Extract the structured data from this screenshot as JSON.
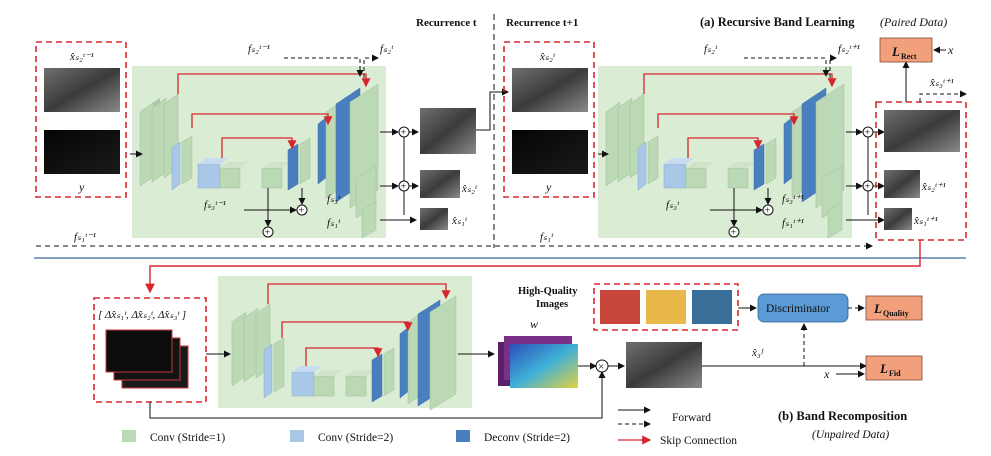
{
  "section_a": {
    "title": "(a) Recursive Band Learning",
    "subtitle": "(Paired Data)",
    "recurrence_t": "Recurrence t",
    "recurrence_t1": "Recurrence t+1"
  },
  "inputs_t": {
    "x_top": "x̂ₛ₂ᵗ⁻¹",
    "y": "y"
  },
  "inputs_t1": {
    "x_top": "x̂ₛ₂ᵗ",
    "y": "y"
  },
  "features_t": {
    "f_s2_prev": "fₛ₂ᵗ⁻¹",
    "f_s2_cur": "fₛ₂ᵗ",
    "f_s3_prev": "fₛ₃ᵗ⁻¹",
    "f_s3_cur": "fₛ₃ᵗ",
    "f_s1_cur": "fₛ₁ᵗ",
    "f_s1_prev_bottom": "fₛ₁ᵗ⁻¹"
  },
  "features_t1": {
    "f_s2_prev": "fₛ₂ᵗ",
    "f_s2_cur": "fₛ₂ᵗ⁺¹",
    "f_s3_prev": "fₛ₃ᵗ",
    "f_s3_cur": "fₛ₃ᵗ⁺¹",
    "f_s1_cur": "fₛ₁ᵗ⁺¹",
    "f_s1_prev_bottom": "fₛ₁ᵗ"
  },
  "outputs_t": {
    "s2": "x̂ₛ₂ᵗ",
    "s1": "x̂ₛ₁ᵗ"
  },
  "outputs_t1": {
    "s3": "x̂ₛ₃ᵗ⁺¹",
    "s2": "x̂ₛ₂ᵗ⁺¹",
    "s1": "x̂ₛ₁ᵗ⁺¹"
  },
  "losses": {
    "rect": "L",
    "rect_sub": "Rect",
    "rect_x": "x",
    "quality": "L",
    "quality_sub": "Quality",
    "fid": "L",
    "fid_sub": "Fid",
    "fid_x": "x"
  },
  "section_b": {
    "delta_label": "[ Δx̂ₛ₁ᵗ, Δx̂ₛ₂ᵗ, Δx̂ₛ₃ᵗ ]",
    "hq_title_line1": "High-Quality",
    "hq_title_line2": "Images",
    "w_label": "w",
    "discriminator": "Discriminator",
    "xF_label": "x̂₃ᶠ",
    "title": "(b) Band Recomposition",
    "subtitle": "(Unpaired Data)"
  },
  "legend": {
    "conv1": "Conv (Stride=1)",
    "conv2": "Conv (Stride=2)",
    "deconv": "Deconv (Stride=2)",
    "forward": "Forward",
    "skip": "Skip Connection"
  },
  "colors": {
    "conv1": "#bcd9b6",
    "conv2": "#a9c8e8",
    "deconv": "#4a7fbf",
    "panel": "#dbecd4",
    "dashed_box": "#d8262d",
    "loss_box": "#f2a07b",
    "discriminator": "#5b9bd5",
    "skip": "#d8262d",
    "separator": "#5b7fa8"
  }
}
